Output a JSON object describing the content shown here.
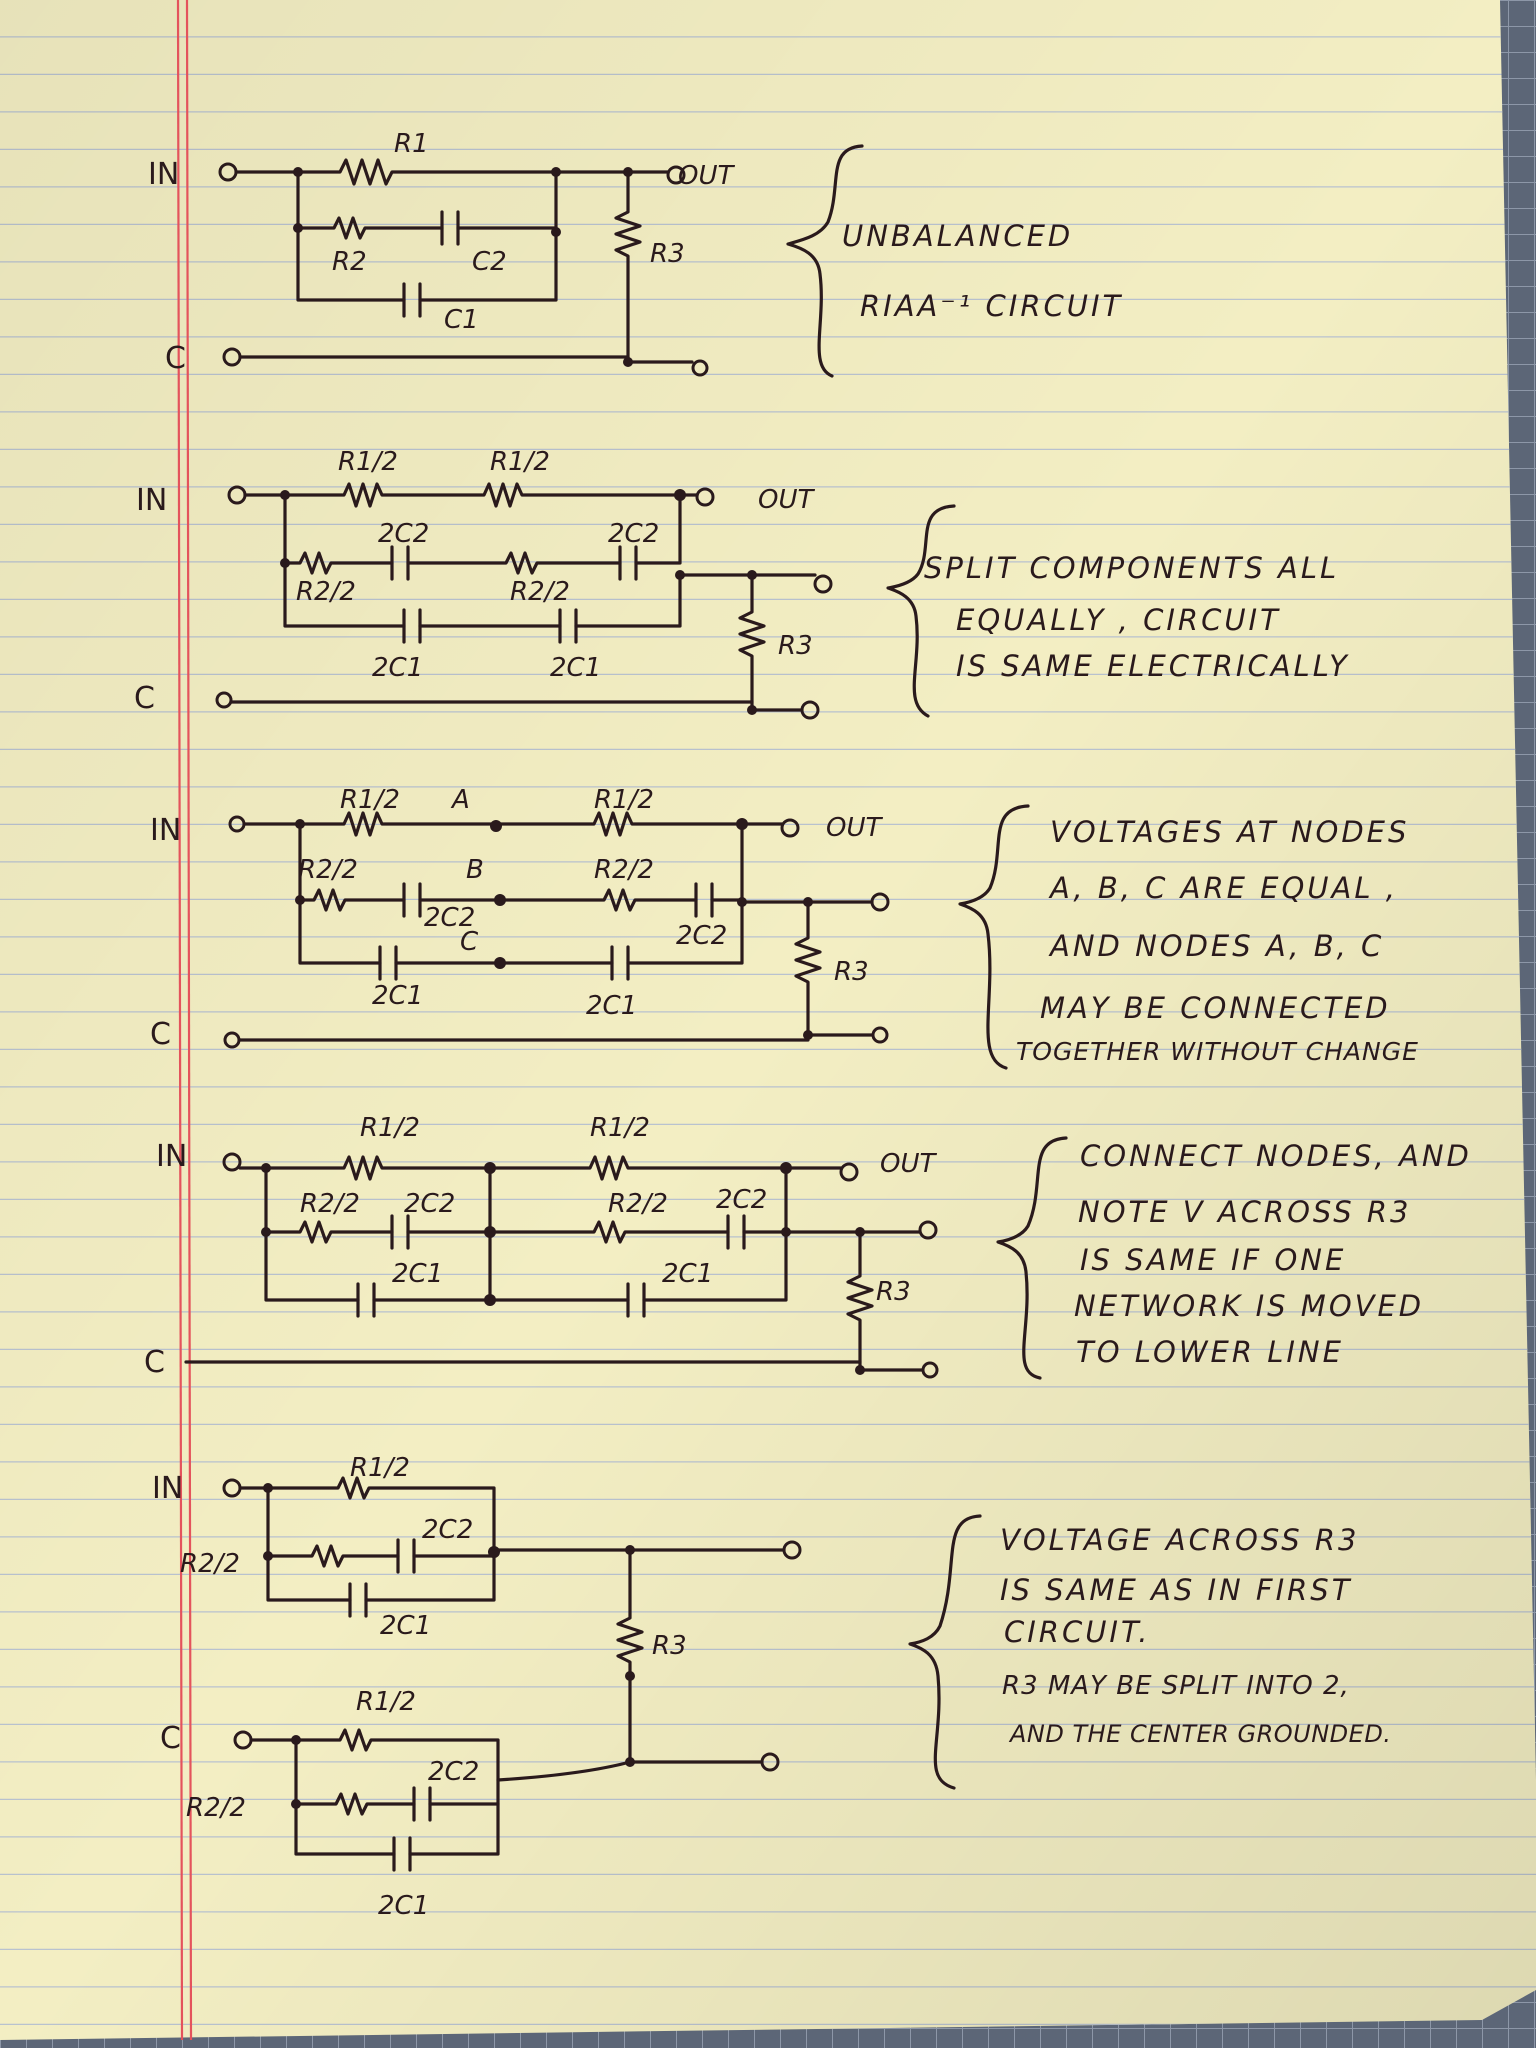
{
  "diagram_1": {
    "terminals": {
      "in": "IN",
      "common": "C",
      "out": "OUT"
    },
    "components": {
      "r1": "R1",
      "r2": "R2",
      "c2": "C2",
      "r3": "R3",
      "c1": "C1"
    },
    "note": [
      "UNBALANCED",
      "RIAA⁻¹ CIRCUIT"
    ]
  },
  "diagram_2": {
    "terminals": {
      "in": "IN",
      "common": "C",
      "out": "OUT"
    },
    "components": {
      "r1_half": "R1/2",
      "r2_half": "R2/2",
      "c2_double": "2C2",
      "c1_double": "2C1",
      "r3": "R3"
    },
    "note": [
      "SPLIT COMPONENTS ALL",
      "EQUALLY , CIRCUIT",
      "IS SAME ELECTRICALLY"
    ]
  },
  "diagram_3": {
    "terminals": {
      "in": "IN",
      "common": "C",
      "out": "OUT"
    },
    "components": {
      "r1_half": "R1/2",
      "r2_half": "R2/2",
      "c2_double": "2C2",
      "c1_double": "2C1",
      "r3": "R3"
    },
    "nodes": {
      "a": "A",
      "b": "B",
      "c": "C"
    },
    "note": [
      "VOLTAGES AT NODES",
      "A, B, C ARE EQUAL ,",
      "AND NODES A, B, C",
      "MAY BE CONNECTED",
      "TOGETHER WITHOUT CHANGE"
    ]
  },
  "diagram_4": {
    "terminals": {
      "in": "IN",
      "common": "C",
      "out": "OUT"
    },
    "components": {
      "r1_half": "R1/2",
      "r2_half": "R2/2",
      "c2_double": "2C2",
      "c1_double": "2C1",
      "r3": "R3"
    },
    "note": [
      "CONNECT NODES, AND",
      "NOTE V ACROSS R3",
      "IS SAME IF ONE",
      "NETWORK IS MOVED",
      "TO LOWER LINE"
    ]
  },
  "diagram_5": {
    "terminals": {
      "in": "IN",
      "common": "C"
    },
    "components": {
      "r1_half": "R1/2",
      "r2_half": "R2/2",
      "c2_double": "2C2",
      "c1_double": "2C1",
      "r3": "R3"
    },
    "note": [
      "VOLTAGE ACROSS R3",
      "IS SAME AS IN FIRST",
      "CIRCUIT.",
      "R3 MAY BE SPLIT INTO 2,",
      "AND THE CENTER GROUNDED."
    ]
  },
  "colors": {
    "paper": "#f3eec3",
    "ink": "#2a1a1c",
    "rule_line": "#b9c2cf",
    "margin_line": "#e4535c"
  }
}
